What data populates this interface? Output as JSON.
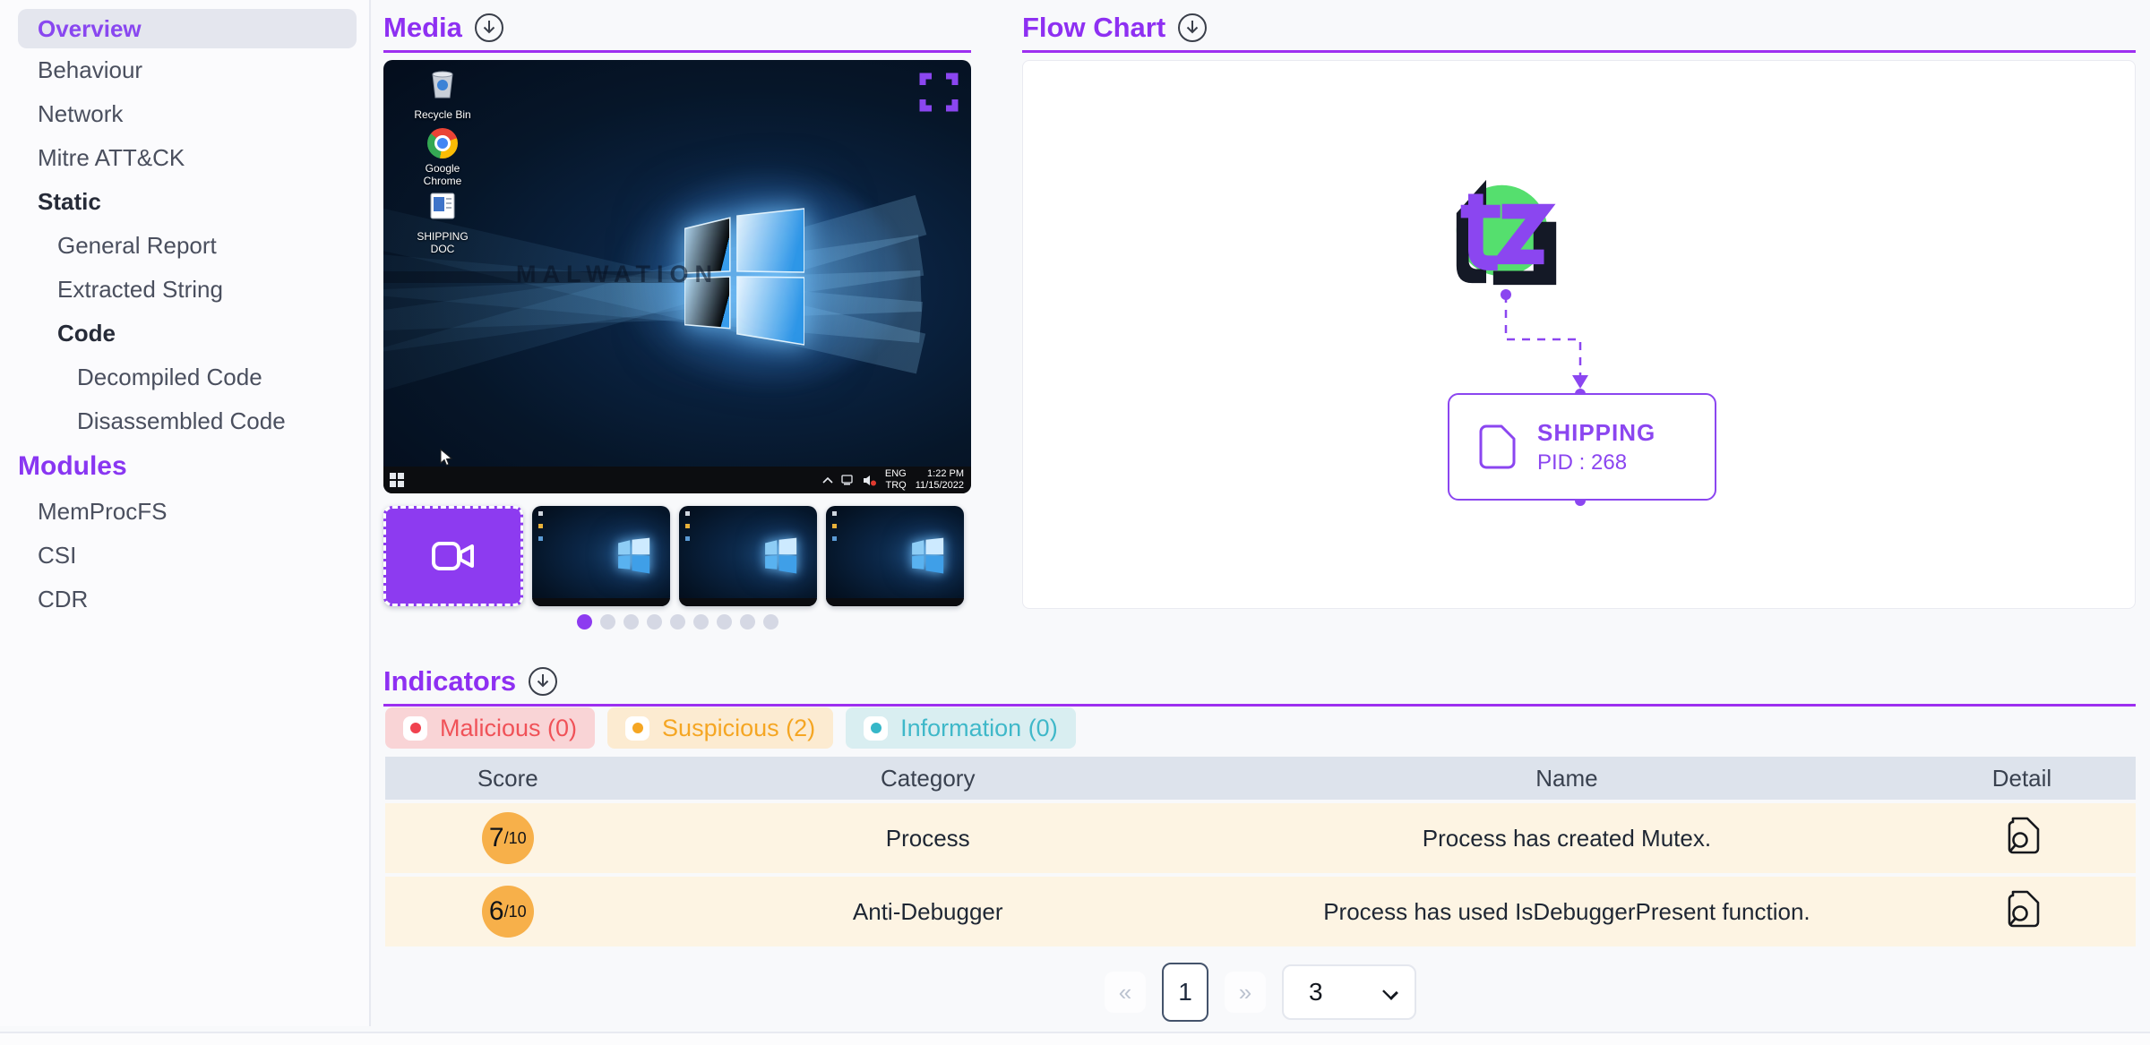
{
  "colors": {
    "accent_purple": "#8e30f2",
    "underline_purple": "#9d2ff0",
    "node_purple": "#8b46f0",
    "logo_green": "#55df6e",
    "score_orange": "#f7b04a",
    "malicious_red": "#f05258",
    "suspicious_orange": "#f5a623",
    "information_teal": "#3fb8c9",
    "table_header_bg": "#dde3ec",
    "row_bg": "#fdf4e3"
  },
  "sidebar": {
    "items": [
      {
        "label": "Overview"
      },
      {
        "label": "Behaviour"
      },
      {
        "label": "Network"
      },
      {
        "label": "Mitre ATT&CK"
      },
      {
        "label": "Static"
      },
      {
        "label": "General Report"
      },
      {
        "label": "Extracted String"
      },
      {
        "label": "Code"
      },
      {
        "label": "Decompiled Code"
      },
      {
        "label": "Disassembled Code"
      },
      {
        "label": "Modules"
      },
      {
        "label": "MemProcFS"
      },
      {
        "label": "CSI"
      },
      {
        "label": "CDR"
      }
    ]
  },
  "media": {
    "title": "Media",
    "desktop": {
      "watermark": "MALWATION",
      "icons": [
        {
          "label": "Recycle Bin"
        },
        {
          "label": "Google Chrome"
        },
        {
          "label": "SHIPPING DOC"
        }
      ],
      "taskbar": {
        "lang_top": "ENG",
        "time": "1:22 PM",
        "lang_bottom": "TRQ",
        "date": "11/15/2022"
      }
    },
    "dots": {
      "total": 9,
      "active_index": 0
    }
  },
  "flow_chart": {
    "title": "Flow Chart",
    "node": {
      "name": "SHIPPING",
      "pid": "PID : 268"
    }
  },
  "indicators": {
    "title": "Indicators",
    "badges": [
      {
        "label": "Malicious (0)"
      },
      {
        "label": "Suspicious (2)"
      },
      {
        "label": "Information (0)"
      }
    ],
    "table": {
      "columns": [
        "Score",
        "Category",
        "Name",
        "Detail"
      ],
      "rows": [
        {
          "score": "7",
          "score_max": "/10",
          "category": "Process",
          "name": "Process has created Mutex."
        },
        {
          "score": "6",
          "score_max": "/10",
          "category": "Anti-Debugger",
          "name": "Process has used IsDebuggerPresent function."
        }
      ]
    },
    "pagination": {
      "prev": "«",
      "page": "1",
      "next": "»",
      "page_size": "3"
    }
  }
}
